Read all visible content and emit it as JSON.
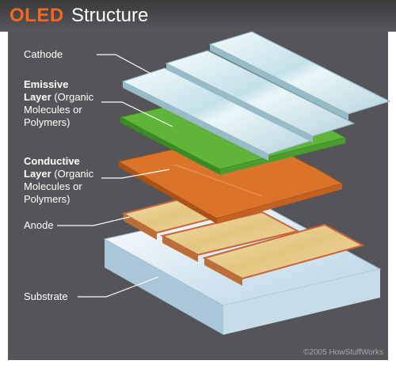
{
  "title": {
    "bold": "OLED",
    "rest": "Structure"
  },
  "labels": {
    "cathode": "Cathode",
    "emissive_bold_1": "Emissive",
    "emissive_bold_2": "Layer",
    "emissive_rest_1": "(Organic",
    "emissive_rest_2": "Molecules or",
    "emissive_rest_3": "Polymers)",
    "conductive_bold_1": "Conductive",
    "conductive_bold_2": "Layer",
    "conductive_rest_1": "(Organic",
    "conductive_rest_2": "Molecules or",
    "conductive_rest_3": "Polymers)",
    "anode": "Anode",
    "substrate": "Substrate"
  },
  "credit": "©2005 HowStuffWorks",
  "colors": {
    "title_accent": "#f26722",
    "panel": "#555559",
    "emissive": "#5fb43a",
    "conductive": "#d9742a",
    "anode": "#e6cf92",
    "cathode": "#cfe8ee",
    "substrate": "#d8e9f4"
  }
}
